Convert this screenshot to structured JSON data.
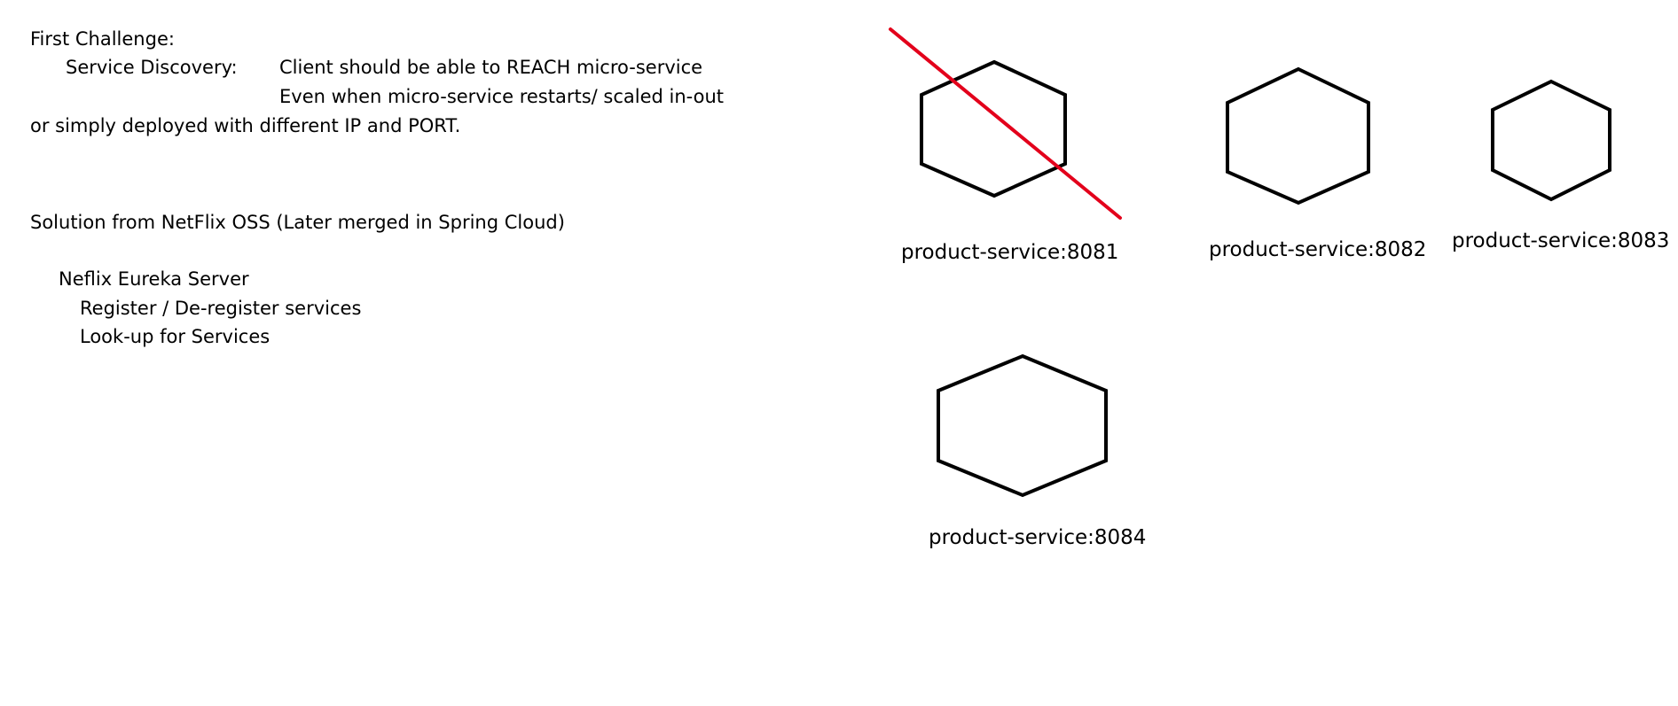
{
  "notes": {
    "heading": "First Challenge:",
    "discovery_label": "Service Discovery:",
    "discovery_line1": "Client should be able to REACH micro-service",
    "discovery_line2": "Even when micro-service restarts/ scaled in-out",
    "discovery_line3": "or simply deployed with different IP and PORT.",
    "solution": "Solution from NetFlix OSS (Later merged in Spring Cloud)",
    "eureka_title": "Neflix Eureka Server",
    "eureka_item1": "Register / De-register services",
    "eureka_item2": "Look-up for Services"
  },
  "services": [
    {
      "label": "product-service:8081",
      "crossed_out": true
    },
    {
      "label": "product-service:8082",
      "crossed_out": false
    },
    {
      "label": "product-service:8083",
      "crossed_out": false
    },
    {
      "label": "product-service:8084",
      "crossed_out": false
    }
  ],
  "colors": {
    "ink": "#000000",
    "strike": "#e3001b",
    "background": "#ffffff"
  }
}
